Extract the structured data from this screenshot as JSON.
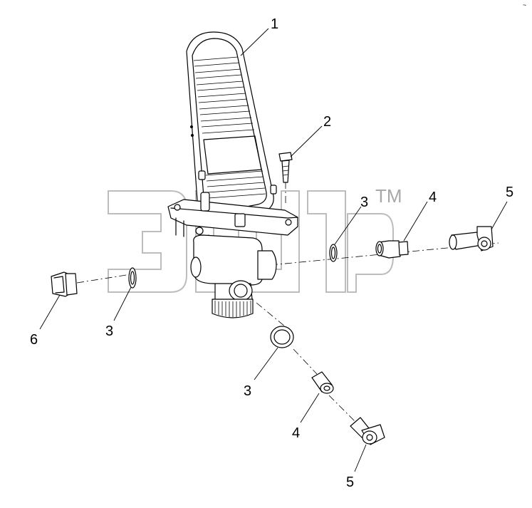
{
  "watermark": {
    "mark_text": "TM"
  },
  "callouts": [
    {
      "id": "c1",
      "label": "1"
    },
    {
      "id": "c2",
      "label": "2"
    },
    {
      "id": "c3a",
      "label": "3"
    },
    {
      "id": "c4a",
      "label": "4"
    },
    {
      "id": "c5a",
      "label": "5"
    },
    {
      "id": "c6",
      "label": "6"
    },
    {
      "id": "c3b",
      "label": "3"
    },
    {
      "id": "c3c",
      "label": "3"
    },
    {
      "id": "c4b",
      "label": "4"
    },
    {
      "id": "c5b",
      "label": "5"
    }
  ],
  "corner_mark": "~"
}
